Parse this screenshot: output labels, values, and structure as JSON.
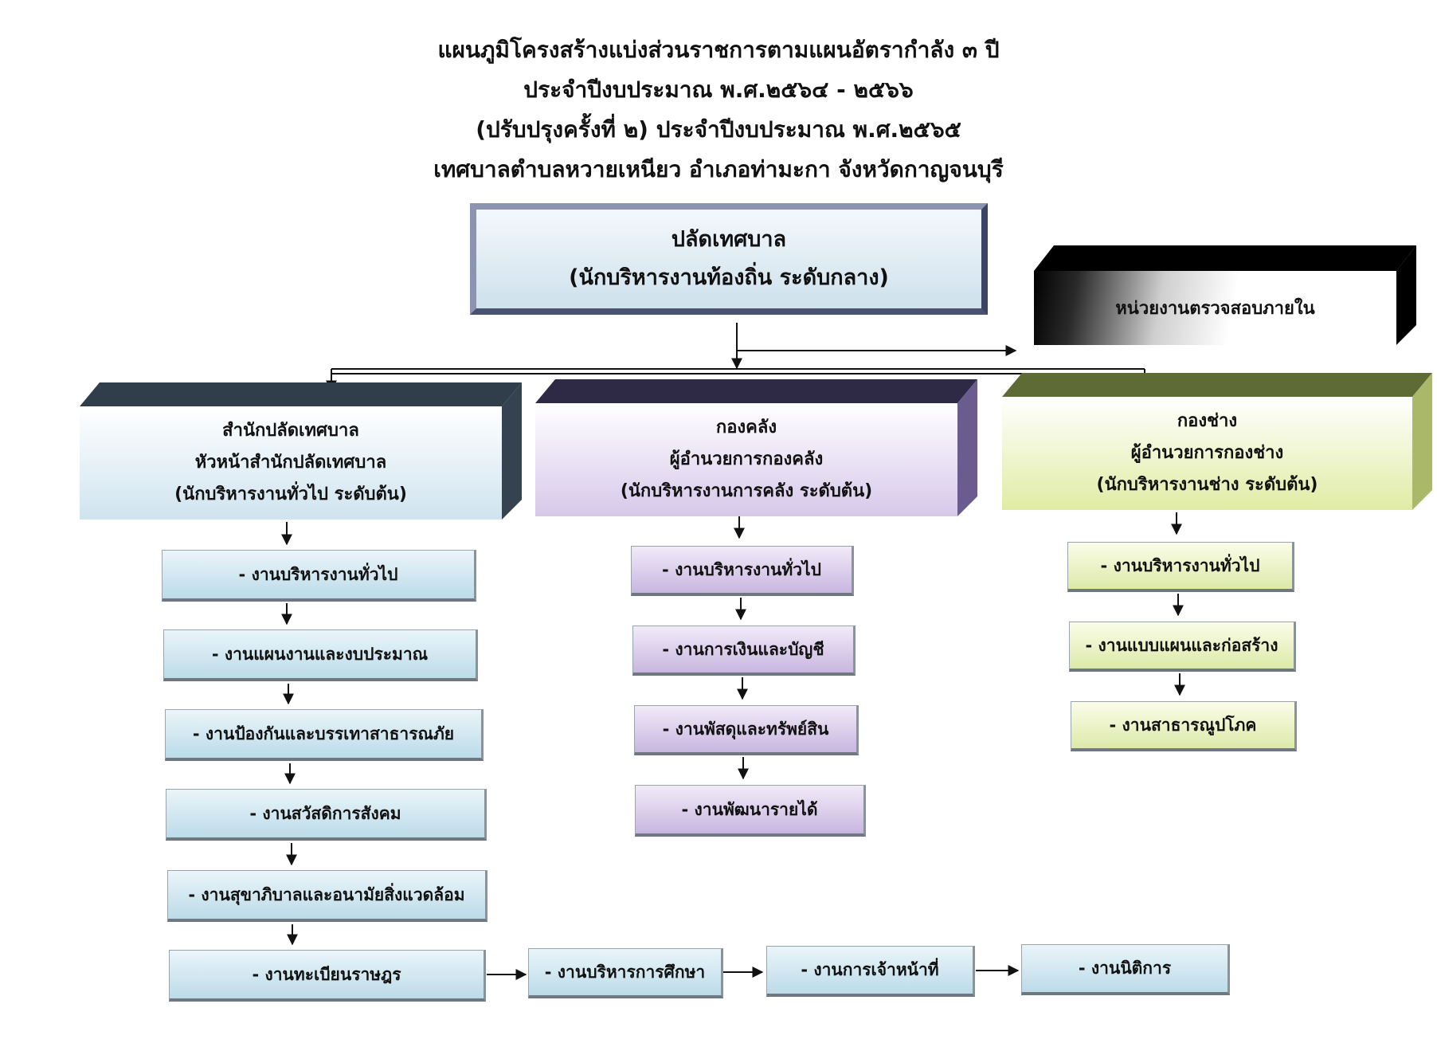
{
  "title_lines": [
    "แผนภูมิโครงสร้างแบ่งส่วนราชการตามแผนอัตรากำลัง ๓ ปี",
    "ประจำปีงบประมาณ พ.ศ.๒๕๖๔ - ๒๕๖๖",
    "(ปรับปรุงครั้งที่ ๒) ประจำปีงบประมาณ พ.ศ.๒๕๖๕",
    "เทศบาลตำบลหวายเหนียว อำเภอท่ามะกา จังหวัดกาญจนบุรี"
  ],
  "head": {
    "line1": "ปลัดเทศบาล",
    "line2": "(นักบริหารงานท้องถิ่น ระดับกลาง)"
  },
  "audit": {
    "label": "หน่วยงานตรวจสอบภายใน"
  },
  "divisions": [
    {
      "name": "สำนักปลัดเทศบาล",
      "head": "หัวหน้าสำนักปลัดเทศบาล",
      "level": "(นักบริหารงานทั่วไป ระดับต้น)",
      "units": [
        "- งานบริหารงานทั่วไป",
        "- งานแผนงานและงบประมาณ",
        "- งานป้องกันและบรรเทาสาธารณภัย",
        "- งานสวัสดิการสังคม",
        "- งานสุขาภิบาลและอนามัยสิ่งแวดล้อม",
        "- งานทะเบียนราษฎร",
        "- งานบริหารการศึกษา",
        "- งานการเจ้าหน้าที่",
        "- งานนิติการ"
      ]
    },
    {
      "name": "กองคลัง",
      "head": "ผู้อำนวยการกองคลัง",
      "level": "(นักบริหารงานการคลัง ระดับต้น)",
      "units": [
        "- งานบริหารงานทั่วไป",
        "- งานการเงินและบัญชี",
        "- งานพัสดุและทรัพย์สิน",
        "- งานพัฒนารายได้"
      ]
    },
    {
      "name": "กองช่าง",
      "head": "ผู้อำนวยการกองช่าง",
      "level": "(นักบริหารงานช่าง ระดับต้น)",
      "units": [
        "- งานบริหารงานทั่วไป",
        "- งานแบบแผนและก่อสร้าง",
        "- งานสาธารณูปโภค"
      ]
    }
  ]
}
